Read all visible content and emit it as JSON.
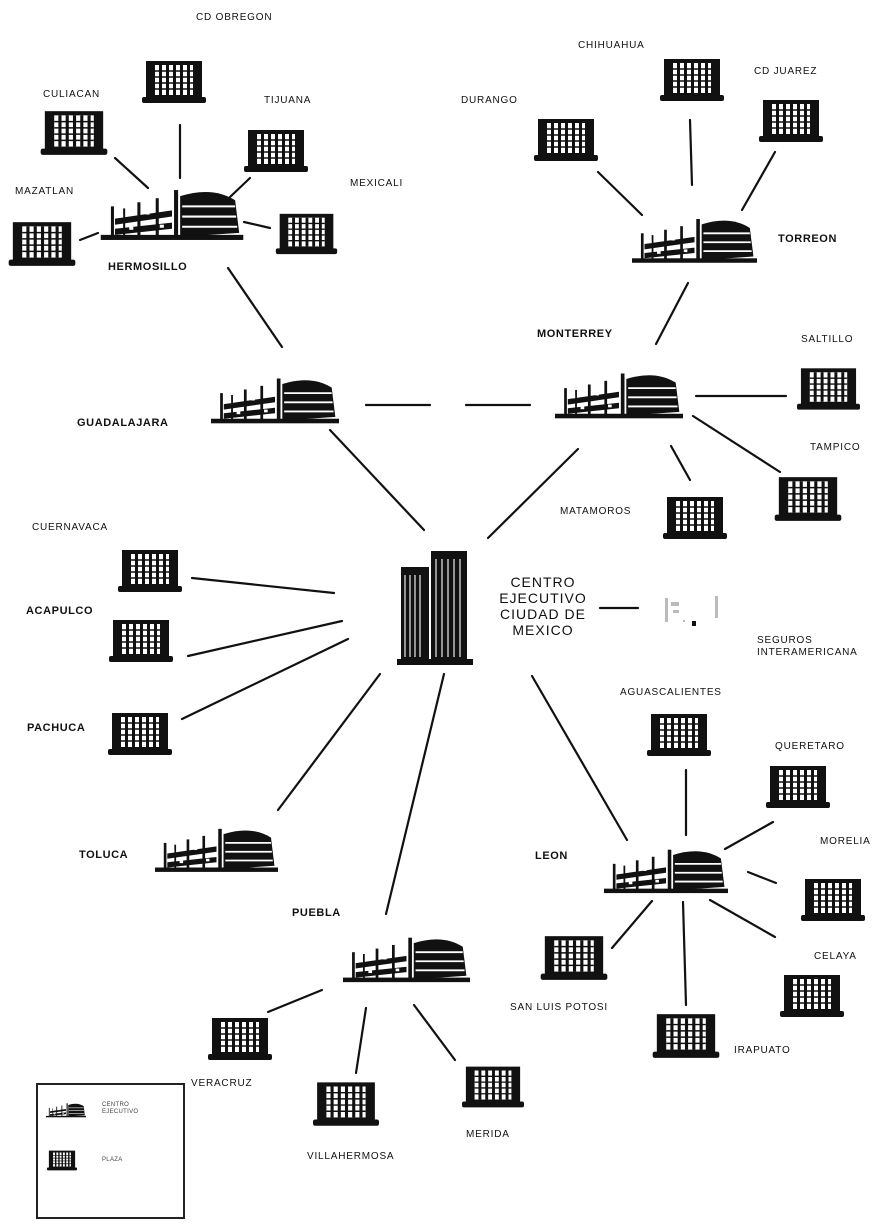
{
  "central": {
    "line1": "CENTRO",
    "line2": "EJECUTIVO",
    "line3": "CIUDAD  DE",
    "line4": "MEXICO"
  },
  "seguros": {
    "line1": "SEGUROS",
    "line2": "INTERAMERICANA"
  },
  "executive_centers": {
    "hermosillo": "HERMOSILLO",
    "torreon": "TORREON",
    "guadalajara": "GUADALAJARA",
    "monterrey": "MONTERREY",
    "toluca": "TOLUCA",
    "puebla": "PUEBLA",
    "leon": "LEON"
  },
  "plazas": {
    "cd_obregon": "CD  OBREGON",
    "culiacan": "CULIACAN",
    "tijuana": "TIJUANA",
    "mexicali": "MEXICALI",
    "mazatlan": "MAZATLAN",
    "chihuahua": "CHIHUAHUA",
    "cd_juarez": "CD  JUAREZ",
    "durango": "DURANGO",
    "saltillo": "SALTILLO",
    "tampico": "TAMPICO",
    "matamoros": "MATAMOROS",
    "cuernavaca": "CUERNAVACA",
    "acapulco": "ACAPULCO",
    "pachuca": "PACHUCA",
    "aguascalientes": "AGUASCALIENTES",
    "queretaro": "QUERETARO",
    "morelia": "MORELIA",
    "celaya": "CELAYA",
    "irapuato": "IRAPUATO",
    "san_luis_potosi": "SAN LUIS POTOSI",
    "veracruz": "VERACRUZ",
    "villahermosa": "VILLAHERMOSA",
    "merida": "MERIDA"
  },
  "legend": {
    "exec_label_1": "CENTRO",
    "exec_label_2": "EJECUTIVO",
    "plaza_label": "PLAZA"
  },
  "colors": {
    "ink": "#111111",
    "paper": "#ffffff"
  }
}
